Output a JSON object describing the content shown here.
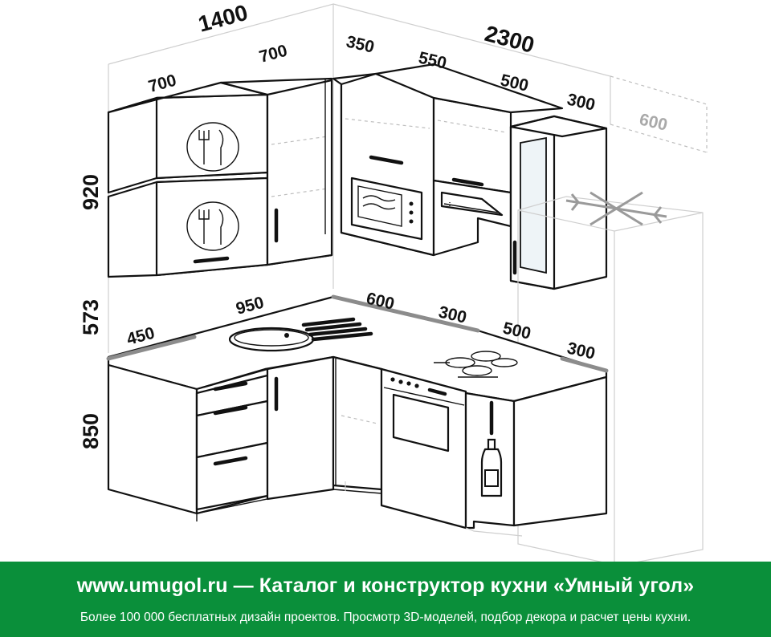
{
  "dimensions": {
    "total_left": "1400",
    "total_right": "2300",
    "upper_left_1": "700",
    "upper_left_2": "700",
    "upper_right_1": "350",
    "upper_right_2": "550",
    "upper_right_3": "500",
    "upper_right_4": "300",
    "fridge_ghost": "600",
    "height_upper": "920",
    "height_gap": "573",
    "height_base": "850",
    "counter_left_depth": "450",
    "counter_left_len": "950",
    "counter_right_1": "600",
    "counter_right_2": "300",
    "counter_right_3": "500",
    "counter_right_4": "300"
  },
  "icons": [
    "plate-fork-knife-icon",
    "microwave-icon",
    "range-hood-icon",
    "snowflake-icon",
    "gas-hob-icon",
    "oven-icon",
    "bottle-icon",
    "sink-icon"
  ],
  "colors": {
    "banner": "#0a8f3a",
    "banner_text": "#ffffff",
    "counter_edge": "#8c8c8c"
  },
  "banner": {
    "title": "www.umugol.ru  —  Каталог и конструктор кухни «Умный угол»",
    "subtitle": "Более 100 000 бесплатных дизайн проектов. Просмотр 3D-моделей, подбор декора и расчет цены кухни."
  }
}
